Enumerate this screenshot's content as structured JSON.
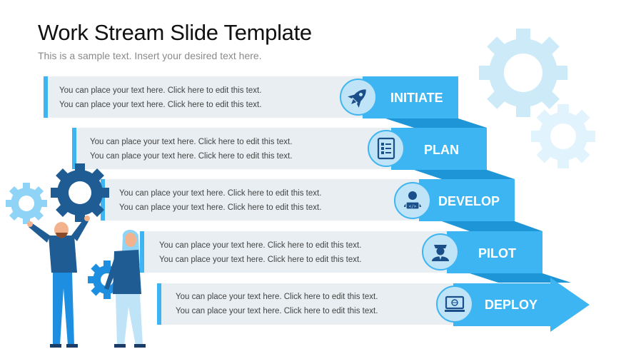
{
  "slide": {
    "title": "Work Stream Slide Template",
    "subtitle": "This is a sample text. Insert your desired text here."
  },
  "stages": [
    {
      "label": "INITIATE",
      "icon": "rocket-icon",
      "text1": "You can place your text here. Click here to edit this text.",
      "text2": "You can place your text here. Click here to edit this text."
    },
    {
      "label": "PLAN",
      "icon": "checklist-icon",
      "text1": "You can place your text here. Click here to edit this text.",
      "text2": "You can place your text here. Click here to edit this text."
    },
    {
      "label": "DEVELOP",
      "icon": "developer-icon",
      "text1": "You can place your text here. Click here to edit this text.",
      "text2": "You can place your text here. Click here to edit this text."
    },
    {
      "label": "PILOT",
      "icon": "pilot-icon",
      "text1": "You can place your text here. Click here to edit this text.",
      "text2": "You can place your text here. Click here to edit this text."
    },
    {
      "label": "DEPLOY",
      "icon": "monitor-icon",
      "text1": "You can place your text here. Click here to edit this text.",
      "text2": "You can place your text here. Click here to edit this text."
    }
  ],
  "colors": {
    "ribbon": "#3db5f2",
    "ribbon_fold": "#1e95d6",
    "icon_circle": "#bfe3f7",
    "icon_dark": "#1a4f8a",
    "gear_light": "#cdeaf9",
    "gear_dark": "#1f5c94",
    "bar_bg": "#e8eef2"
  }
}
